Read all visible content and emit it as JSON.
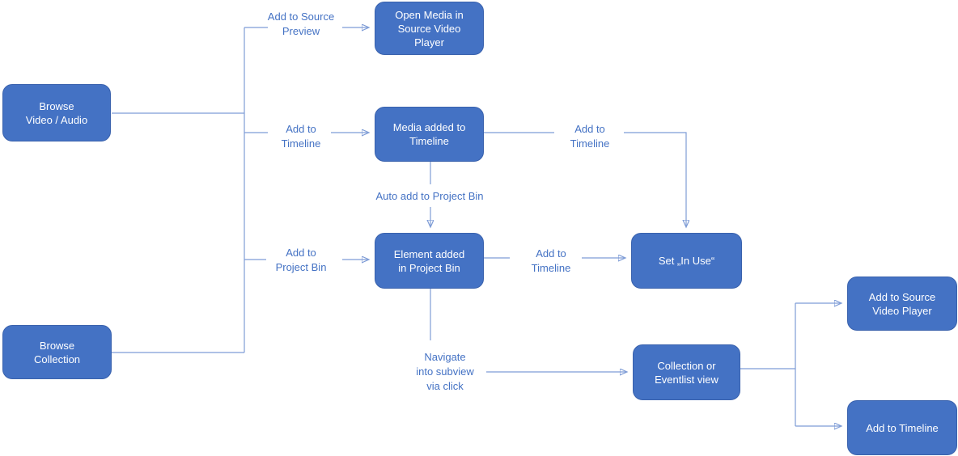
{
  "diagram": {
    "nodes": {
      "browse_video_audio": {
        "label": "Browse\nVideo / Audio"
      },
      "browse_collection": {
        "label": "Browse\nCollection"
      },
      "open_media_source_player": {
        "label": "Open Media in\nSource Video\nPlayer"
      },
      "media_added_timeline": {
        "label": "Media added to\nTimeline"
      },
      "element_added_project_bin": {
        "label": "Element added\nin Project Bin"
      },
      "set_in_use": {
        "label": "Set „In Use“"
      },
      "collection_eventlist_view": {
        "label": "Collection or\nEventlist view"
      },
      "add_to_source_video_player": {
        "label": "Add to Source\nVideo Player"
      },
      "add_to_timeline": {
        "label": "Add to Timeline"
      }
    },
    "edge_labels": {
      "add_to_source_preview": "Add to Source\nPreview",
      "add_to_timeline_left": "Add to\nTimeline",
      "auto_add_to_project_bin": "Auto add to Project Bin",
      "add_to_project_bin": "Add to\nProject Bin",
      "add_to_timeline_mid": "Add to\nTimeline",
      "add_to_timeline_top": "Add to\nTimeline",
      "navigate_into_subview": "Navigate\ninto subview\nvia click"
    }
  },
  "colors": {
    "background": "#FFFFFF",
    "node-fill": "#4472C4",
    "node-border": "#3A62AD",
    "node-text": "#FFFFFF",
    "edge-label": "#4472C4",
    "connector": "#7E9CD6",
    "arrowhead": "#4472C4"
  }
}
